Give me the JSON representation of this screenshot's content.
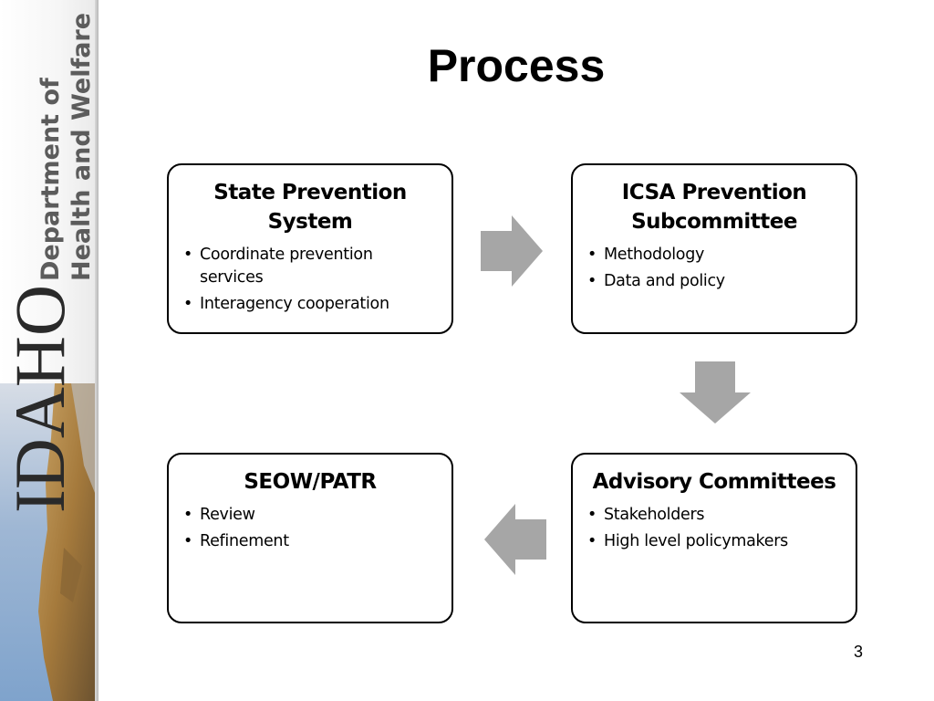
{
  "brand": {
    "department_line1": "Department of",
    "department_line2": "Health and Welfare",
    "state_name": "IDAHO"
  },
  "slide": {
    "title": "Process",
    "page_number": "3"
  },
  "boxes": {
    "state": {
      "title": "State Prevention System",
      "items": [
        "Coordinate prevention services",
        "Interagency cooperation"
      ]
    },
    "icsa": {
      "title": "ICSA Prevention Subcommittee",
      "items": [
        "Methodology",
        "Data and policy"
      ]
    },
    "advisory": {
      "title": "Advisory Committees",
      "items": [
        "Stakeholders",
        "High level policymakers"
      ]
    },
    "seow": {
      "title": "SEOW/PATR",
      "items": [
        "Review",
        "Refinement"
      ]
    }
  },
  "colors": {
    "arrow": "#a6a6a6",
    "border": "#000000",
    "brand_text": "#555555"
  }
}
